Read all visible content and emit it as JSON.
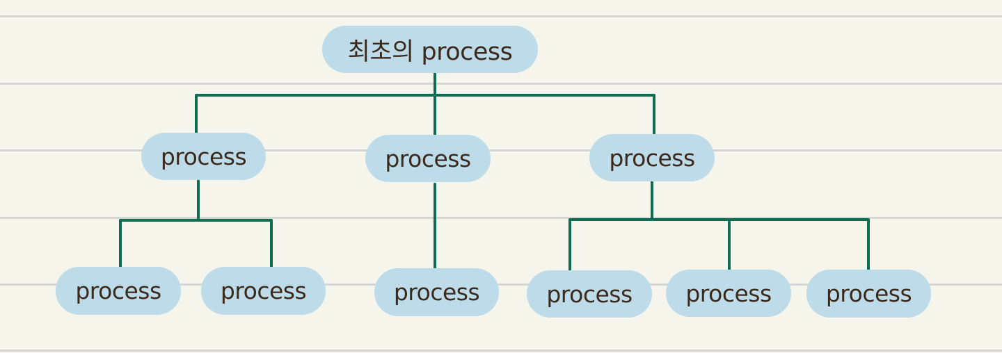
{
  "diagram": {
    "type": "tree",
    "colors": {
      "background": "#f6f5ec",
      "ruled_line": "#d6d5d6",
      "node_fill": "#bddbe8",
      "node_text": "#3b2a1c",
      "connector": "#0f6b52"
    },
    "root": {
      "label": "최초의 process"
    },
    "level1": [
      {
        "label": "process"
      },
      {
        "label": "process"
      },
      {
        "label": "process"
      }
    ],
    "level2": [
      {
        "label": "process",
        "parent": 0
      },
      {
        "label": "process",
        "parent": 0
      },
      {
        "label": "process",
        "parent": 1
      },
      {
        "label": "process",
        "parent": 2
      },
      {
        "label": "process",
        "parent": 2
      },
      {
        "label": "process",
        "parent": 2
      }
    ]
  }
}
